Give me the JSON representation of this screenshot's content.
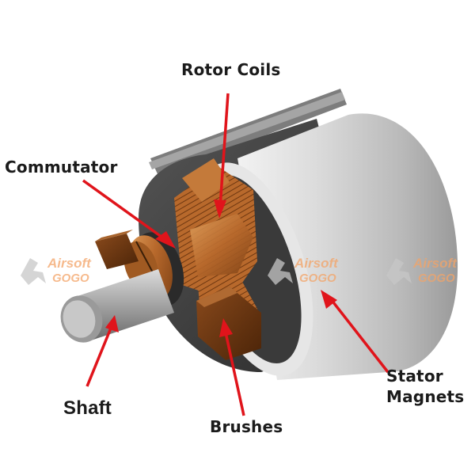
{
  "labels": {
    "rotor_coils": "Rotor Coils",
    "commutator": "Commutator",
    "shaft": "Shaft",
    "brushes": "Brushes",
    "stator_line1": "Stator",
    "stator_line2": "Magnets"
  },
  "watermark": {
    "line1": "Airsoft",
    "line2": "GOGO"
  },
  "colors": {
    "arrow": "#e0141b",
    "copper": "#b8692c",
    "stator": "#c9c9c9",
    "watermark": "#f3a468"
  }
}
